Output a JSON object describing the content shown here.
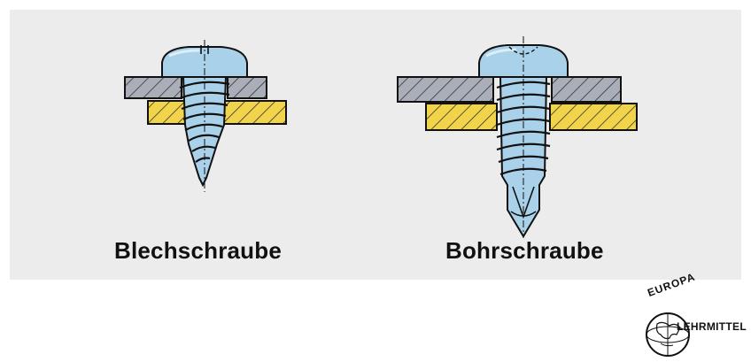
{
  "figures": [
    {
      "id": "blechschraube",
      "label": "Blechschraube"
    },
    {
      "id": "bohrschraube",
      "label": "Bohrschraube"
    }
  ],
  "logo": {
    "top_text": "EUROPA",
    "bottom_text": "LEHRMITTEL"
  },
  "colors": {
    "panel": "#ececec",
    "screw_fill": "#a9d2ea",
    "screw_highlight": "#dceef8",
    "steel_sheet": "#a9aeb8",
    "wood_board": "#f2d44b",
    "outline": "#111111"
  }
}
